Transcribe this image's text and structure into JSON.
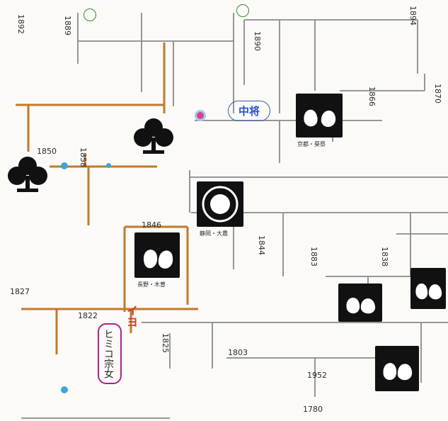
{
  "badge_chujo": "中将",
  "himiko_label": "ヒミコ宗女",
  "iyo_label": "イヨ",
  "years": {
    "y1": "1892",
    "y2": "1889",
    "y3": "1890",
    "y4": "1894",
    "y5": "1870",
    "y6": "1866",
    "y7": "1850",
    "y8": "1858",
    "y9": "1846",
    "y10": "1827",
    "y11": "1822",
    "y12": "1825",
    "y13": "1844",
    "y14": "1883",
    "y15": "1838",
    "y16": "1803",
    "y17": "1952",
    "y18": "1780"
  },
  "crest_captions": {
    "kyoto_aoi": "京都・葵祭",
    "shizuoka": "静岡・大農",
    "nagano": "長野・木曽"
  },
  "colors": {
    "line_brown": "#c07a2a",
    "line_gray": "#8a8a8a",
    "accent_pink": "#e0418f",
    "accent_blue": "#2a55c9",
    "accent_purple": "#b0208c",
    "accent_red": "#d23a2a"
  },
  "icons": {
    "aoi_crest": "aoi-leaf-crest",
    "tree_crest": "paulownia-tree-crest",
    "ring_crest": "circle-crest"
  }
}
